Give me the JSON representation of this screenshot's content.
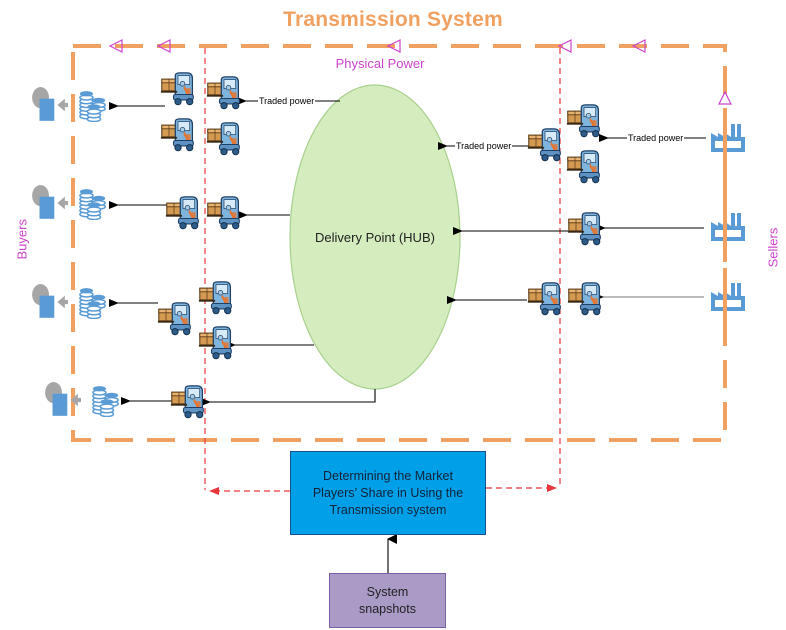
{
  "title": "Transmission System",
  "labels": {
    "physical_power": "Physical Power",
    "buyers": "Buyers",
    "sellers": "Sellers",
    "traded_power": "Traded power",
    "hub": "Delivery Point (HUB)"
  },
  "boxes": {
    "market_share": "Determining the Market Players’ Share in Using the Transmission system",
    "snapshots": "System snapshots"
  },
  "colors": {
    "transmission_border": "#F0A060",
    "physical_power_arrows": "#CC44CC",
    "hub_fill": "#D5EDBE",
    "hub_stroke": "#A8D08D",
    "market_box": "#00A0E8",
    "snapshot_box": "#A99AC6",
    "boundary_dash": "#E8363C",
    "icon_blue": "#5B9BD5"
  },
  "nodes": {
    "buyers_count": 4,
    "sellers_count": 3
  }
}
